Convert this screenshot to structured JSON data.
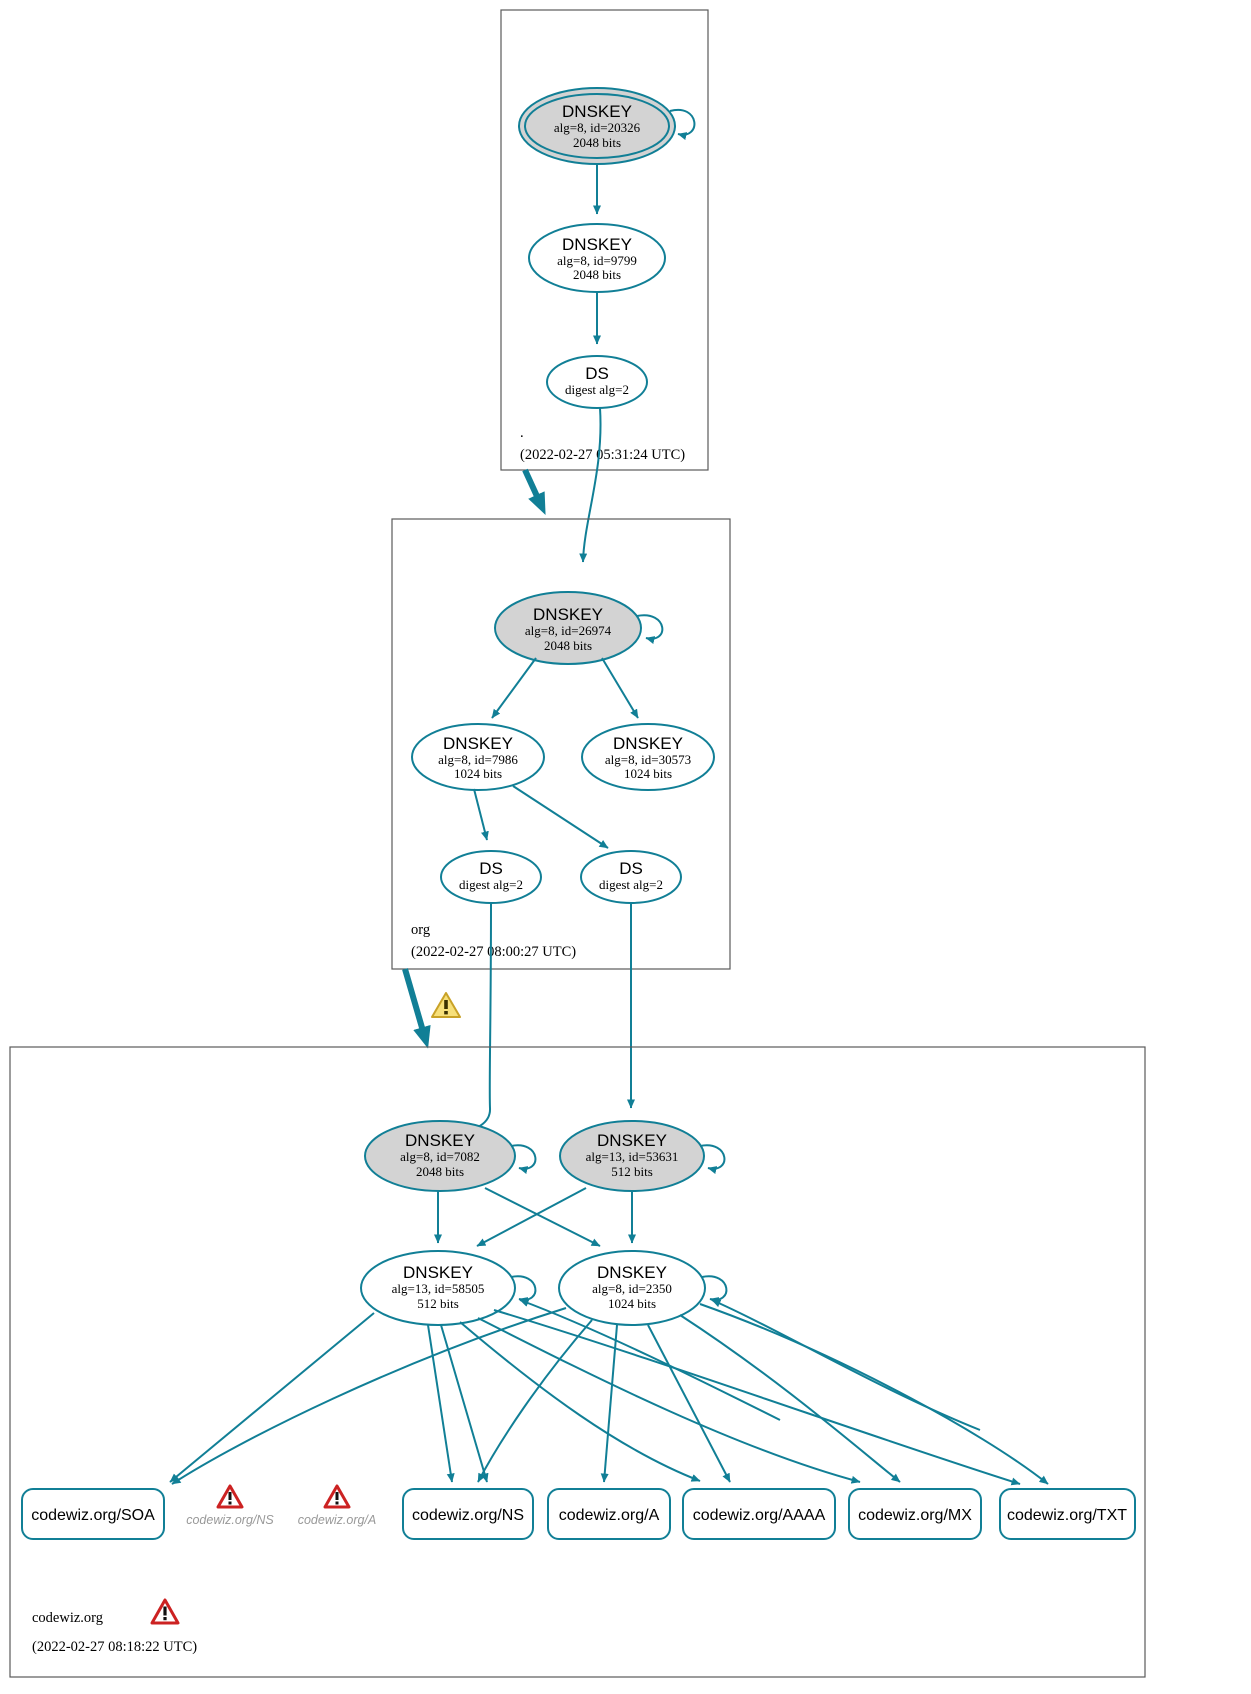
{
  "diagram": {
    "title": "DNSSEC authentication chain for codewiz.org",
    "accent_color": "#117f96",
    "ksk_fill": "#d3d3d3",
    "warning_color": "#cc2222",
    "missing_text_color": "#999999"
  },
  "zones": [
    {
      "id": "root",
      "name": ".",
      "timestamp": "(2022-02-27 05:31:24 UTC)",
      "nodes": [
        {
          "id": "root-ksk",
          "type": "DNSKEY",
          "title": "DNSKEY",
          "line1": "alg=8, id=20326",
          "line2": "2048 bits",
          "trust_anchor": true,
          "ksk": true,
          "self_sign": true
        },
        {
          "id": "root-zsk",
          "type": "DNSKEY",
          "title": "DNSKEY",
          "line1": "alg=8, id=9799",
          "line2": "2048 bits",
          "trust_anchor": false,
          "ksk": false,
          "self_sign": false
        },
        {
          "id": "root-ds-org",
          "type": "DS",
          "title": "DS",
          "line1": "digest alg=2",
          "line2": "",
          "trust_anchor": false,
          "ksk": false,
          "self_sign": false
        }
      ]
    },
    {
      "id": "org",
      "name": "org",
      "timestamp": "(2022-02-27 08:00:27 UTC)",
      "nodes": [
        {
          "id": "org-ksk",
          "type": "DNSKEY",
          "title": "DNSKEY",
          "line1": "alg=8, id=26974",
          "line2": "2048 bits",
          "trust_anchor": false,
          "ksk": true,
          "self_sign": true
        },
        {
          "id": "org-zsk-7986",
          "type": "DNSKEY",
          "title": "DNSKEY",
          "line1": "alg=8, id=7986",
          "line2": "1024 bits",
          "trust_anchor": false,
          "ksk": false,
          "self_sign": false
        },
        {
          "id": "org-zsk-30573",
          "type": "DNSKEY",
          "title": "DNSKEY",
          "line1": "alg=8, id=30573",
          "line2": "1024 bits",
          "trust_anchor": false,
          "ksk": false,
          "self_sign": false
        },
        {
          "id": "org-ds-1",
          "type": "DS",
          "title": "DS",
          "line1": "digest alg=2",
          "line2": "",
          "trust_anchor": false,
          "ksk": false,
          "self_sign": false
        },
        {
          "id": "org-ds-2",
          "type": "DS",
          "title": "DS",
          "line1": "digest alg=2",
          "line2": "",
          "trust_anchor": false,
          "ksk": false,
          "self_sign": false
        }
      ]
    },
    {
      "id": "codewiz",
      "name": "codewiz.org",
      "timestamp": "(2022-02-27 08:18:22 UTC)",
      "has_warning": true,
      "nodes": [
        {
          "id": "cw-ksk-7082",
          "type": "DNSKEY",
          "title": "DNSKEY",
          "line1": "alg=8, id=7082",
          "line2": "2048 bits",
          "trust_anchor": false,
          "ksk": true,
          "self_sign": true
        },
        {
          "id": "cw-ksk-53631",
          "type": "DNSKEY",
          "title": "DNSKEY",
          "line1": "alg=13, id=53631",
          "line2": "512 bits",
          "trust_anchor": false,
          "ksk": true,
          "self_sign": true
        },
        {
          "id": "cw-zsk-58505",
          "type": "DNSKEY",
          "title": "DNSKEY",
          "line1": "alg=13, id=58505",
          "line2": "512 bits",
          "trust_anchor": false,
          "ksk": false,
          "self_sign": true
        },
        {
          "id": "cw-zsk-2350",
          "type": "DNSKEY",
          "title": "DNSKEY",
          "line1": "alg=8, id=2350",
          "line2": "1024 bits",
          "trust_anchor": false,
          "ksk": false,
          "self_sign": true
        }
      ],
      "rrsets": [
        {
          "id": "rr-soa",
          "label": "codewiz.org/SOA",
          "missing": false
        },
        {
          "id": "rr-ns-x",
          "label": "codewiz.org/NS",
          "missing": true
        },
        {
          "id": "rr-a-x",
          "label": "codewiz.org/A",
          "missing": true
        },
        {
          "id": "rr-ns",
          "label": "codewiz.org/NS",
          "missing": false
        },
        {
          "id": "rr-a",
          "label": "codewiz.org/A",
          "missing": false
        },
        {
          "id": "rr-aaaa",
          "label": "codewiz.org/AAAA",
          "missing": false
        },
        {
          "id": "rr-mx",
          "label": "codewiz.org/MX",
          "missing": false
        },
        {
          "id": "rr-txt",
          "label": "codewiz.org/TXT",
          "missing": false
        }
      ]
    }
  ],
  "icons": {
    "warning": "warning-triangle-icon"
  }
}
